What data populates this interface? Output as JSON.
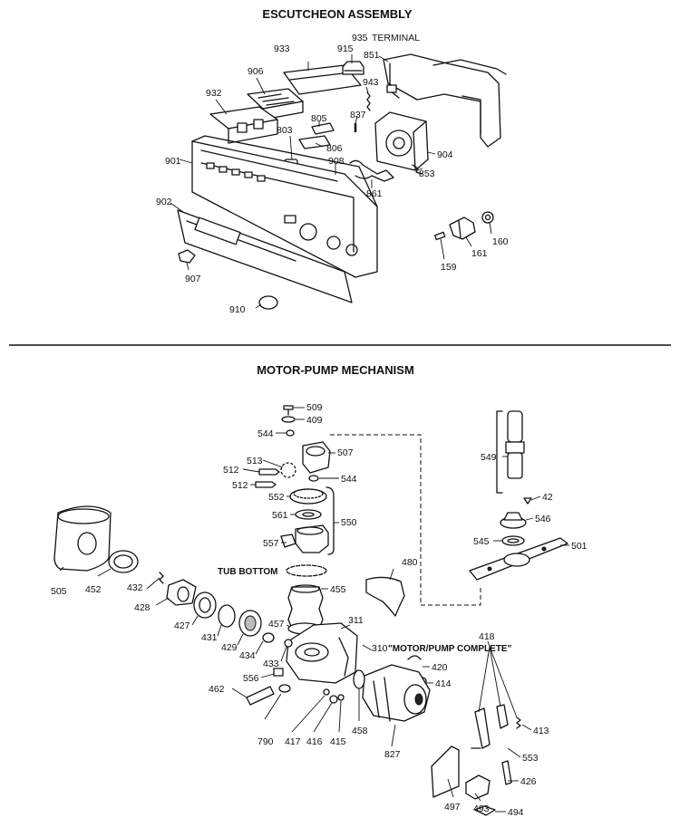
{
  "sections": {
    "escutcheon_title": "ESCUTCHEON ASSEMBLY",
    "motor_title": "MOTOR-PUMP MECHANISM"
  },
  "escutcheon_labels": {
    "p933": "933",
    "p935": "935",
    "terminal": "TERMINAL",
    "p915": "915",
    "p851": "851",
    "p906": "906",
    "p943": "943",
    "p932": "932",
    "p837": "837",
    "p805": "805",
    "p803": "803",
    "p806": "806",
    "p904": "904",
    "p908": "908",
    "p853": "853",
    "p901": "901",
    "p861": "861",
    "p902": "902",
    "p160": "160",
    "p161": "161",
    "p159": "159",
    "p907": "907",
    "p910": "910"
  },
  "motor_labels": {
    "p509": "509",
    "p409": "409",
    "p544a": "544",
    "p507": "507",
    "p513": "513",
    "p512a": "512",
    "p512b": "512",
    "p544b": "544",
    "p549": "549",
    "p552": "552",
    "p550": "550",
    "p561": "561",
    "p557": "557",
    "p42": "42",
    "p546": "546",
    "p545": "545",
    "p501": "501",
    "p505": "505",
    "p452": "452",
    "tub_bottom": "TUB BOTTOM",
    "p480": "480",
    "p432": "432",
    "p428": "428",
    "p455": "455",
    "p427": "427",
    "p431": "431",
    "p429": "429",
    "p457": "457",
    "p311": "311",
    "p434": "434",
    "p433": "433",
    "p310": "310",
    "motor_pump_complete": "\"MOTOR/PUMP COMPLETE\"",
    "p420": "420",
    "p556": "556",
    "p414": "414",
    "p462": "462",
    "p418": "418",
    "p413": "413",
    "p790": "790",
    "p417": "417",
    "p416": "416",
    "p415": "415",
    "p458": "458",
    "p827": "827",
    "p553": "553",
    "p426": "426",
    "p497": "497",
    "p493": "493",
    "p494": "494"
  }
}
